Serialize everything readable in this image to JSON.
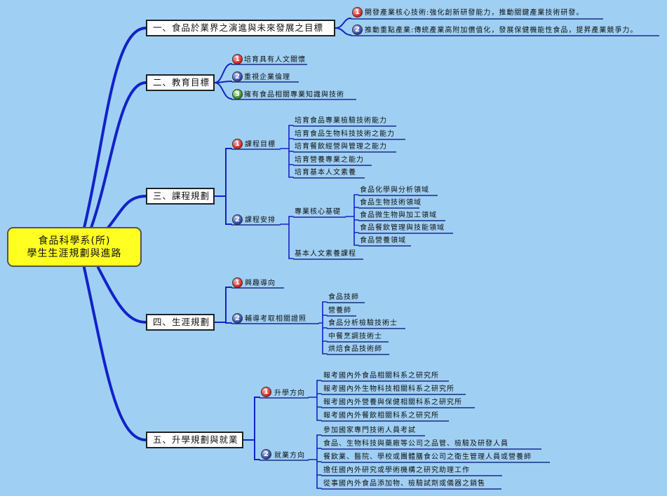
{
  "root": {
    "line1": "食品科學系(所)",
    "line2": "學生生涯規劃與進路"
  },
  "branches": [
    {
      "label": "一、食品於業界之演進與未來發展之目標",
      "children": [
        {
          "num": "1",
          "label": "開發產業核心技術:強化創新研發能力，推動關鍵產業技術研發。"
        },
        {
          "num": "2",
          "label": "推動重點產業:傳統產業高附加價值化，發展保健機能性食品，提昇產業競爭力。"
        }
      ]
    },
    {
      "label": "二、教育目標",
      "children": [
        {
          "num": "1",
          "label": "培育具有人文關懷"
        },
        {
          "num": "2",
          "label": "重視企業倫理"
        },
        {
          "num": "3",
          "label": "擁有食品相關專業知識與技術"
        }
      ]
    },
    {
      "label": "三、課程規劃",
      "children": [
        {
          "num": "1",
          "label": "課程目標",
          "children": [
            {
              "label": "培育食品專業檢驗技術能力"
            },
            {
              "label": "培育食品生物科技技術之能力"
            },
            {
              "label": "培育餐飲經營與管理之能力"
            },
            {
              "label": "培育營養專業之能力"
            },
            {
              "label": "培育基本人文素養"
            }
          ]
        },
        {
          "num": "2",
          "label": "課程安排",
          "children": [
            {
              "label": "專業核心基礎",
              "children": [
                {
                  "label": "食品化學與分析領域"
                },
                {
                  "label": "食品生物技術領域"
                },
                {
                  "label": "食品微生物與加工領域"
                },
                {
                  "label": "食品餐飲管理與技能領域"
                },
                {
                  "label": "食品營養領域"
                }
              ]
            },
            {
              "label": "基本人文素養課程"
            }
          ]
        }
      ]
    },
    {
      "label": "四、生涯規劃",
      "children": [
        {
          "num": "1",
          "label": "興趣導向"
        },
        {
          "num": "2",
          "label": "輔導考取相關證照",
          "children": [
            {
              "label": "食品技師"
            },
            {
              "label": "營養師"
            },
            {
              "label": "食品分析檢驗技術士"
            },
            {
              "label": "中餐烹調技術士"
            },
            {
              "label": "烘焙食品技術師"
            }
          ]
        }
      ]
    },
    {
      "label": "五、升學規劃與就業",
      "children": [
        {
          "num": "1",
          "label": "升學方向",
          "children": [
            {
              "label": "報考國內外食品相關科系之研究所"
            },
            {
              "label": "報考國內外生物科技相關科系之研究所"
            },
            {
              "label": "報考國內外營養與保健相關科系之研究所"
            },
            {
              "label": "報考國內外餐飲相關科系之研究所"
            }
          ]
        },
        {
          "num": "2",
          "label": "就業方向",
          "children": [
            {
              "label": "參加國家專門技術人員考試"
            },
            {
              "label": "食品、生物科技與藥廠等公司之品管、檢驗及研發人員"
            },
            {
              "label": "餐飲業、醫院、學校或團體膳食公司之衛生管理人員或營養師"
            },
            {
              "label": "擔任國內外研究或學術機構之研究助理工作"
            },
            {
              "label": "從事國內外食品添加物、檢驗試劑或儀器之銷售"
            }
          ]
        }
      ]
    }
  ]
}
